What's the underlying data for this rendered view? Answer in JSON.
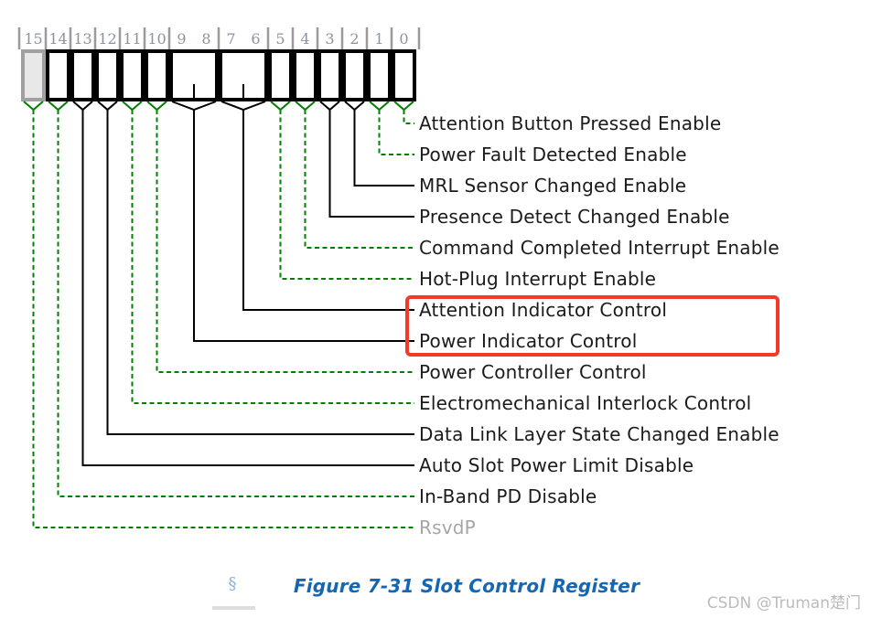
{
  "figure": {
    "bit_numbers": [
      "15",
      "14",
      "13",
      "12",
      "11",
      "10",
      "9",
      "8",
      "7",
      "6",
      "5",
      "4",
      "3",
      "2",
      "1",
      "0"
    ],
    "fields": [
      {
        "bits": "0",
        "label": "Attention Button Pressed Enable",
        "line": "green-dashed"
      },
      {
        "bits": "1",
        "label": "Power Fault Detected Enable",
        "line": "green-dashed"
      },
      {
        "bits": "2",
        "label": "MRL Sensor Changed Enable",
        "line": "black-solid"
      },
      {
        "bits": "3",
        "label": "Presence Detect Changed Enable",
        "line": "black-solid"
      },
      {
        "bits": "4",
        "label": "Command Completed Interrupt Enable",
        "line": "green-dashed"
      },
      {
        "bits": "5",
        "label": "Hot-Plug Interrupt Enable",
        "line": "green-dashed"
      },
      {
        "bits": "7:6",
        "label": "Attention Indicator Control",
        "line": "black-solid",
        "highlighted": true
      },
      {
        "bits": "9:8",
        "label": "Power Indicator Control",
        "line": "black-solid",
        "highlighted": true
      },
      {
        "bits": "10",
        "label": "Power Controller Control",
        "line": "green-dashed"
      },
      {
        "bits": "11",
        "label": "Electromechanical Interlock Control",
        "line": "green-dashed"
      },
      {
        "bits": "12",
        "label": "Data Link Layer State Changed Enable",
        "line": "black-solid"
      },
      {
        "bits": "13",
        "label": "Auto Slot Power Limit Disable",
        "line": "black-solid"
      },
      {
        "bits": "14",
        "label": "In-Band PD Disable",
        "line": "green-dashed"
      },
      {
        "bits": "15",
        "label": "RsvdP",
        "line": "green-dashed",
        "muted": true,
        "reserved": true
      }
    ]
  },
  "caption": {
    "section_mark": "§",
    "text": "Figure 7-31 Slot Control Register"
  },
  "watermark": {
    "text": "CSDN @Truman楚门"
  },
  "colors": {
    "green": "#008000",
    "black": "#000000",
    "cell_fill": "#ffffff",
    "reserved_fill": "#e8e8e8",
    "reserved_border": "#a0a0a0",
    "tick_gray": "#9a9a9a",
    "bit_number_gray": "#8d939c",
    "label_dark": "#1b1b1b",
    "label_muted": "#a6a6a6",
    "highlight_red": "#f23a2b",
    "caption_blue": "#1566b3"
  }
}
